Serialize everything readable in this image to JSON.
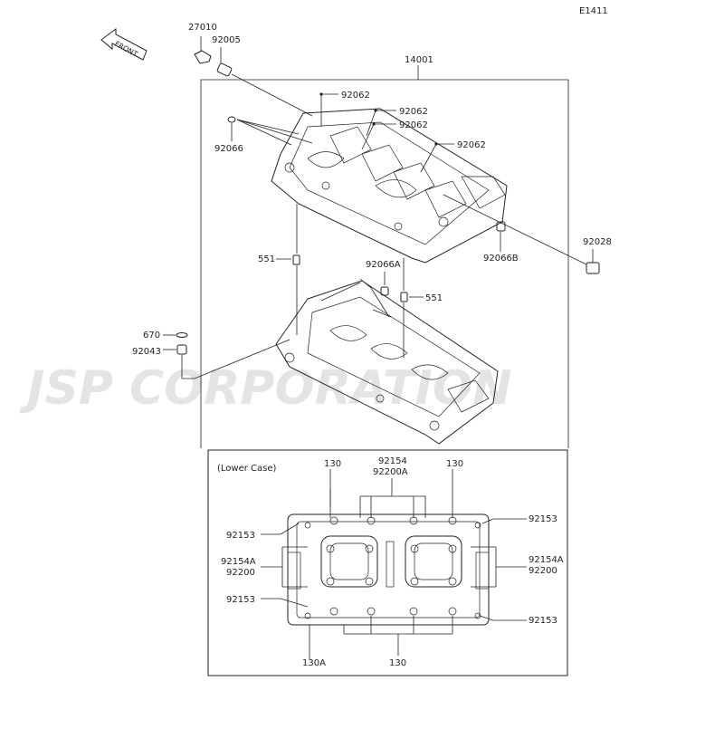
{
  "diagram_id": "E1411",
  "front_label": "FRONT",
  "watermark": "JSP CORPORATION",
  "lower_case_title": "(Lower Case)",
  "colors": {
    "line": "#222222",
    "watermark": "#cfcfcf",
    "background": "#ffffff"
  },
  "parts": {
    "p27010": "27010",
    "p92005": "92005",
    "p14001": "14001",
    "p92062_a": "92062",
    "p92062_b": "92062",
    "p92062_c": "92062",
    "p92062_d": "92062",
    "p92066": "92066",
    "p92028": "92028",
    "p92066B": "92066B",
    "p551_a": "551",
    "p92066A": "92066A",
    "p551_b": "551",
    "p670": "670",
    "p92043": "92043"
  },
  "lower": {
    "l130_left": "130",
    "l92154_top": "92154",
    "l92200A_top": "92200A",
    "l130_right": "130",
    "l92153_lt": "92153",
    "l92153_rt": "92153",
    "l92154A_left": "92154A",
    "l92200_left": "92200",
    "l92154A_right": "92154A",
    "l92200_right": "92200",
    "l92153_lb": "92153",
    "l92153_rb": "92153",
    "l130A": "130A",
    "l130_bottom": "130"
  }
}
